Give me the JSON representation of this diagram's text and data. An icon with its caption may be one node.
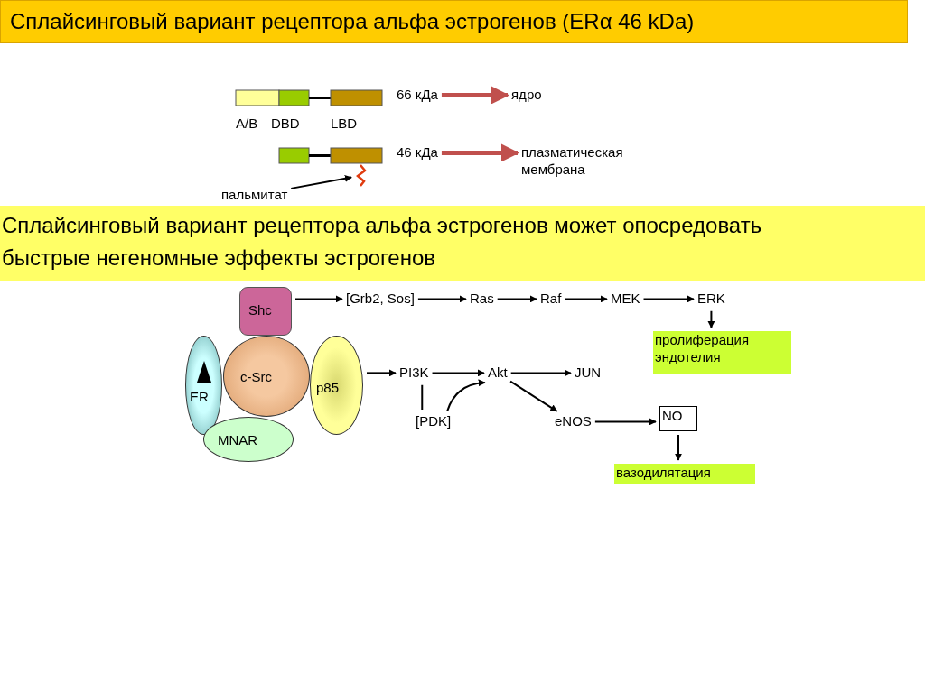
{
  "diagram": {
    "title": "Сплайсинговый вариант рецептора альфа эстрогенов (ERα 46 kDa)",
    "nodes": [
      {
        "text": [
          "Сплайсинговый вариант рецептора альфа эстрогенов может опосредовать быстрые негеномные эффекты эстрогенов"
        ]
      },
      {
        "text": [
          "66 кДа"
        ]
      },
      {
        "text": [
          "ядро"
        ]
      },
      {
        "text": [
          "46 кДа"
        ]
      },
      {
        "text": [
          "плазматическая мембрана"
        ]
      },
      {
        "text": [
          "пальмитат"
        ]
      },
      {
        "text": [],
        "shape": "zigzag"
      },
      {
        "text": [
          "Shc"
        ]
      },
      {
        "text": [
          "ER"
        ]
      },
      {
        "text": [
          "c-Src"
        ]
      },
      {
        "text": [
          "p85"
        ]
      },
      {
        "text": [
          "MNAR"
        ]
      },
      {
        "text": [
          "[Grb2, Sos]"
        ]
      },
      {
        "text": [
          "Ras"
        ]
      },
      {
        "text": [
          "Raf"
        ]
      },
      {
        "text": [
          "MEK"
        ]
      },
      {
        "text": [
          "ERK"
        ]
      },
      {
        "text": [
          "пролиферация эндотелия"
        ]
      },
      {
        "text": [
          "PI3K"
        ]
      },
      {
        "text": [
          "Akt"
        ]
      },
      {
        "text": [
          "JUN"
        ]
      },
      {
        "text": [
          "[PDK]"
        ]
      },
      {
        "text": [
          "eNOS"
        ]
      },
      {
        "text": [
          "NO"
        ]
      },
      {
        "text": [
          "вазодилятация"
        ]
      }
    ],
    "edges": [
      {
        "from": 1,
        "to": 2,
        "arrow": "to",
        "color": "#c0504d",
        "style": "thick"
      },
      {
        "from": 3,
        "to": 4,
        "arrow": "to",
        "color": "#c0504d",
        "style": "thick"
      },
      {
        "from": 5,
        "to": 6,
        "arrow": "to"
      },
      {
        "from": 7,
        "to": 12,
        "arrow": "to"
      },
      {
        "from": 12,
        "to": 13,
        "arrow": "to"
      },
      {
        "from": 13,
        "to": 14,
        "arrow": "to"
      },
      {
        "from": 14,
        "to": 15,
        "arrow": "to"
      },
      {
        "from": 15,
        "to": 16,
        "arrow": "to"
      },
      {
        "from": 16,
        "to": 17,
        "arrow": "to"
      },
      {
        "from": 10,
        "to": 18,
        "arrow": "to"
      },
      {
        "from": 18,
        "to": 19,
        "arrow": "to"
      },
      {
        "from": 19,
        "to": 20,
        "arrow": "to"
      },
      {
        "from": 18,
        "to": 21,
        "arrow": "none"
      },
      {
        "from": 21,
        "to": 19,
        "arrow": "to"
      },
      {
        "from": 19,
        "to": 22,
        "arrow": "to"
      },
      {
        "from": 22,
        "to": 23,
        "arrow": "to"
      },
      {
        "from": 23,
        "to": 24,
        "arrow": "to"
      }
    ],
    "labels": [
      "A/B",
      "DBD",
      "LBD"
    ]
  }
}
